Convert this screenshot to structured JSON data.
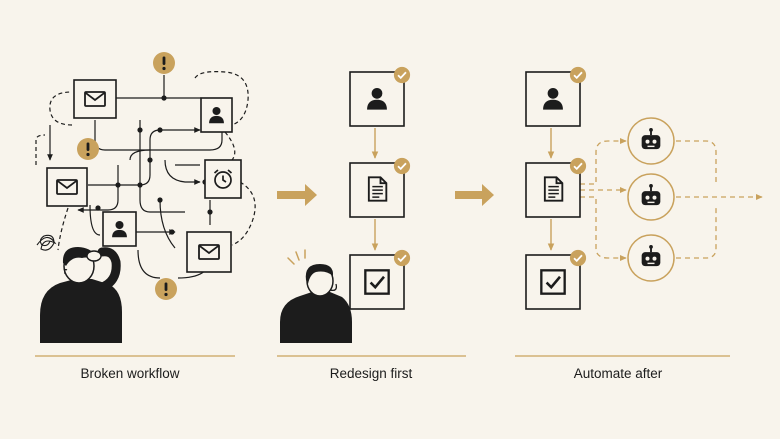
{
  "panels": [
    {
      "caption": "Broken workflow"
    },
    {
      "caption": "Redesign first"
    },
    {
      "caption": "Automate after"
    }
  ],
  "icons": {
    "user": "user-icon",
    "envelope": "envelope-icon",
    "clock": "alarm-clock-icon",
    "document": "document-icon",
    "checkbox": "checkbox-icon",
    "robot": "robot-icon",
    "check_badge": "check-badge-icon",
    "warning": "exclamation-icon"
  },
  "colors": {
    "background": "#f8f4ec",
    "ink": "#1c1c1c",
    "accent": "#c9a25d"
  }
}
